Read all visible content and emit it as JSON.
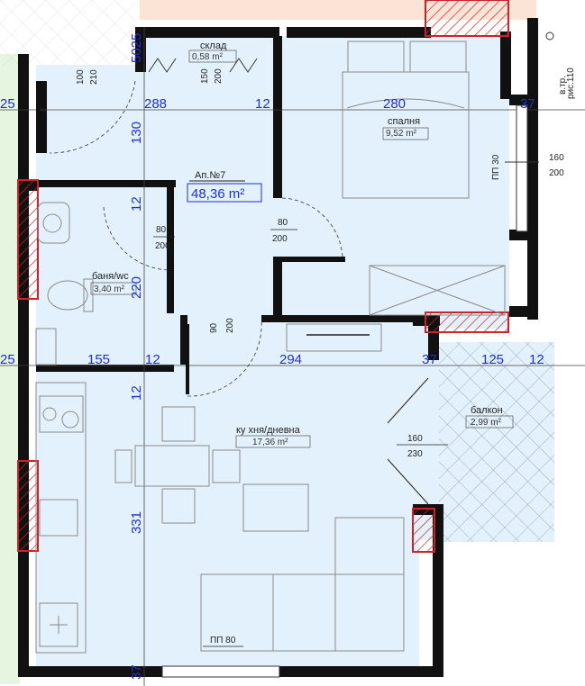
{
  "apartment": {
    "title": "Ап.№7",
    "area": "48,36 m²"
  },
  "rooms": {
    "storage": {
      "name": "склад",
      "area": "0,58 m²"
    },
    "bedroom": {
      "name": "спалня",
      "area": "9,52 m²"
    },
    "bathroom": {
      "name": "баня/wc",
      "area": "3,40 m²"
    },
    "kitchen": {
      "name": "ку хня/дневна",
      "area": "17,36 m²"
    },
    "balcony": {
      "name": "балкон",
      "area": "2,99 m²"
    }
  },
  "dimensions": {
    "d_288": "288",
    "d_12a": "12",
    "d_280": "280",
    "d_37a": "37",
    "d_155": "155",
    "d_12b": "12",
    "d_294": "294",
    "d_37b": "37",
    "d_125": "125",
    "d_12c": "12",
    "d_25a": "25",
    "d_25b": "25",
    "v_5025": "5025",
    "v_130": "130",
    "v_12a": "12",
    "v_220": "220",
    "v_12b": "12",
    "v_331": "331",
    "v_37": "37"
  },
  "openings": {
    "entry_w": "100",
    "entry_h": "210",
    "storage_w": "150",
    "storage_h": "200",
    "bath_door_w": "80",
    "bath_door_h": "200",
    "bed_door_w": "80",
    "bed_door_h": "200",
    "hall_door_w": "90",
    "hall_door_h": "200",
    "bed_window_w": "160",
    "bed_window_h": "200",
    "balcony_door_w": "160",
    "balcony_door_h": "230",
    "sill_bed": "ПП 30",
    "sill_living": "ПП 80",
    "vent_note": "в.тр.",
    "vent_size": "рис.110"
  },
  "colors": {
    "room_fill": "#e3f1fc",
    "neighbor_fill": "#e5f5e0",
    "top_fill": "#fbe3d6",
    "wall": "#111111",
    "column_red": "#c8242a",
    "dimension_blue": "#1f2fd0"
  }
}
